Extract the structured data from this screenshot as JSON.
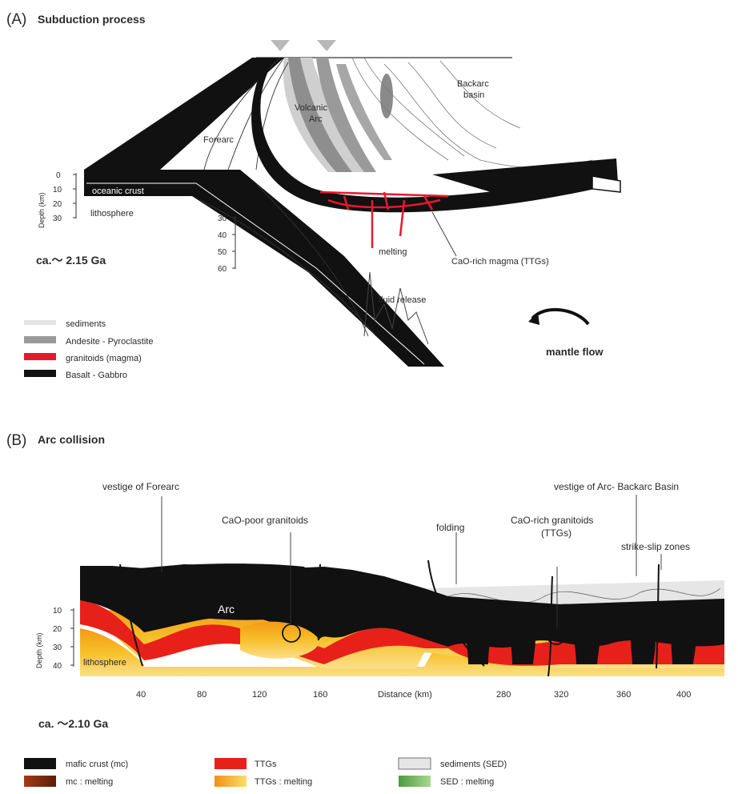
{
  "panel_a": {
    "letter": "(A)",
    "title": "Subduction process",
    "labels": {
      "volcanic_arc": [
        "Volcanic",
        "Arc"
      ],
      "backarc_basin": [
        "Backarc",
        "basin"
      ],
      "forearc": "Forearc",
      "oceanic_crust": "oceanic crust",
      "lithosphere": "lithosphere",
      "melting": "melting",
      "cao_rich_magma": "CaO-rich magma (TTGs)",
      "fluid_release": "fluid release",
      "mantle_flow": "mantle flow",
      "age": "ca.～ 2.15 Ga"
    },
    "depth_axis": {
      "label": "Depth (km)",
      "ticks": [
        "0",
        "10",
        "20",
        "30"
      ]
    },
    "depth_axis_2": {
      "ticks": [
        "30",
        "40",
        "50",
        "60"
      ]
    },
    "legend": [
      {
        "label": "sediments",
        "color": "#e4e4e4"
      },
      {
        "label": "Andesite - Pyroclastite",
        "color": "#9a9a9a"
      },
      {
        "label": "granitoids (magma)",
        "color": "#e8182e"
      },
      {
        "label": "Basalt - Gabbro",
        "color": "#111111"
      }
    ]
  },
  "panel_b": {
    "letter": "(B)",
    "title": "Arc collision",
    "labels": {
      "vestige_forearc": "vestige of Forearc",
      "cao_poor": "CaO-poor granitoids",
      "folding": "folding",
      "cao_rich_granitoids": [
        "CaO-rich granitoids",
        "(TTGs)"
      ],
      "vestige_backarc": "vestige of Arc- Backarc Basin",
      "strike_slip": "strike-slip zones",
      "arc": "Arc",
      "lithosphere": "lithosphere",
      "age": "ca. ～2.10 Ga"
    },
    "depth_axis": {
      "label": "Depth (km)",
      "ticks": [
        "10",
        "20",
        "30",
        "40"
      ]
    },
    "distance_axis": {
      "label": "Distance (km)",
      "ticks": [
        "40",
        "80",
        "120",
        "160",
        "280",
        "320",
        "360",
        "400"
      ]
    },
    "legend": [
      {
        "label": "mafic crust (mc)",
        "color": "#111111"
      },
      {
        "label": "mc : melting",
        "color": "#8a2e12"
      },
      {
        "label": "TTGs",
        "color": "#e8201a"
      },
      {
        "label": "TTGs : melting",
        "color": "#f6b21c"
      },
      {
        "label": "sediments (SED)",
        "color": "#e6e6e6"
      },
      {
        "label": "SED : melting",
        "color": "#6db35a"
      }
    ]
  }
}
